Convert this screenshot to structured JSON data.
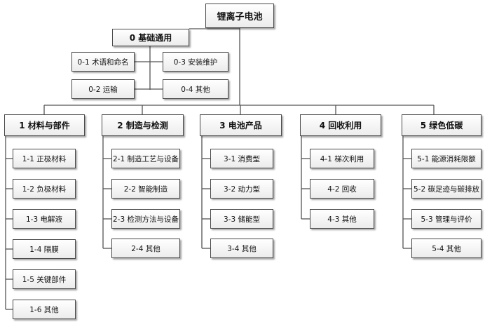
{
  "root": "锂离子电池",
  "basic": {
    "label": "0 基础通用",
    "children": [
      "0-1 术语和命名",
      "0-3 安装维护",
      "0-2 运输",
      "0-4 其他"
    ]
  },
  "categories": [
    {
      "label": "1 材料与部件",
      "children": [
        "1-1 正极材料",
        "1-2 负极材料",
        "1-3 电解液",
        "1-4 隔膜",
        "1-5 关键部件",
        "1-6 其他"
      ]
    },
    {
      "label": "2 制造与检测",
      "children": [
        "2-1 制造工艺与设备",
        "2-2 智能制造",
        "2-3 检测方法与设备",
        "2-4 其他"
      ]
    },
    {
      "label": "3 电池产品",
      "children": [
        "3-1 消费型",
        "3-2 动力型",
        "3-3 储能型",
        "3-4 其他"
      ]
    },
    {
      "label": "4 回收利用",
      "children": [
        "4-1 梯次利用",
        "4-2 回收",
        "4-3 其他"
      ]
    },
    {
      "label": "5 绿色低碳",
      "children": [
        "5-1 能源消耗限额",
        "5-2 碳足迹与碳排放",
        "5-3 管理与评价",
        "5-4 其他"
      ]
    }
  ]
}
